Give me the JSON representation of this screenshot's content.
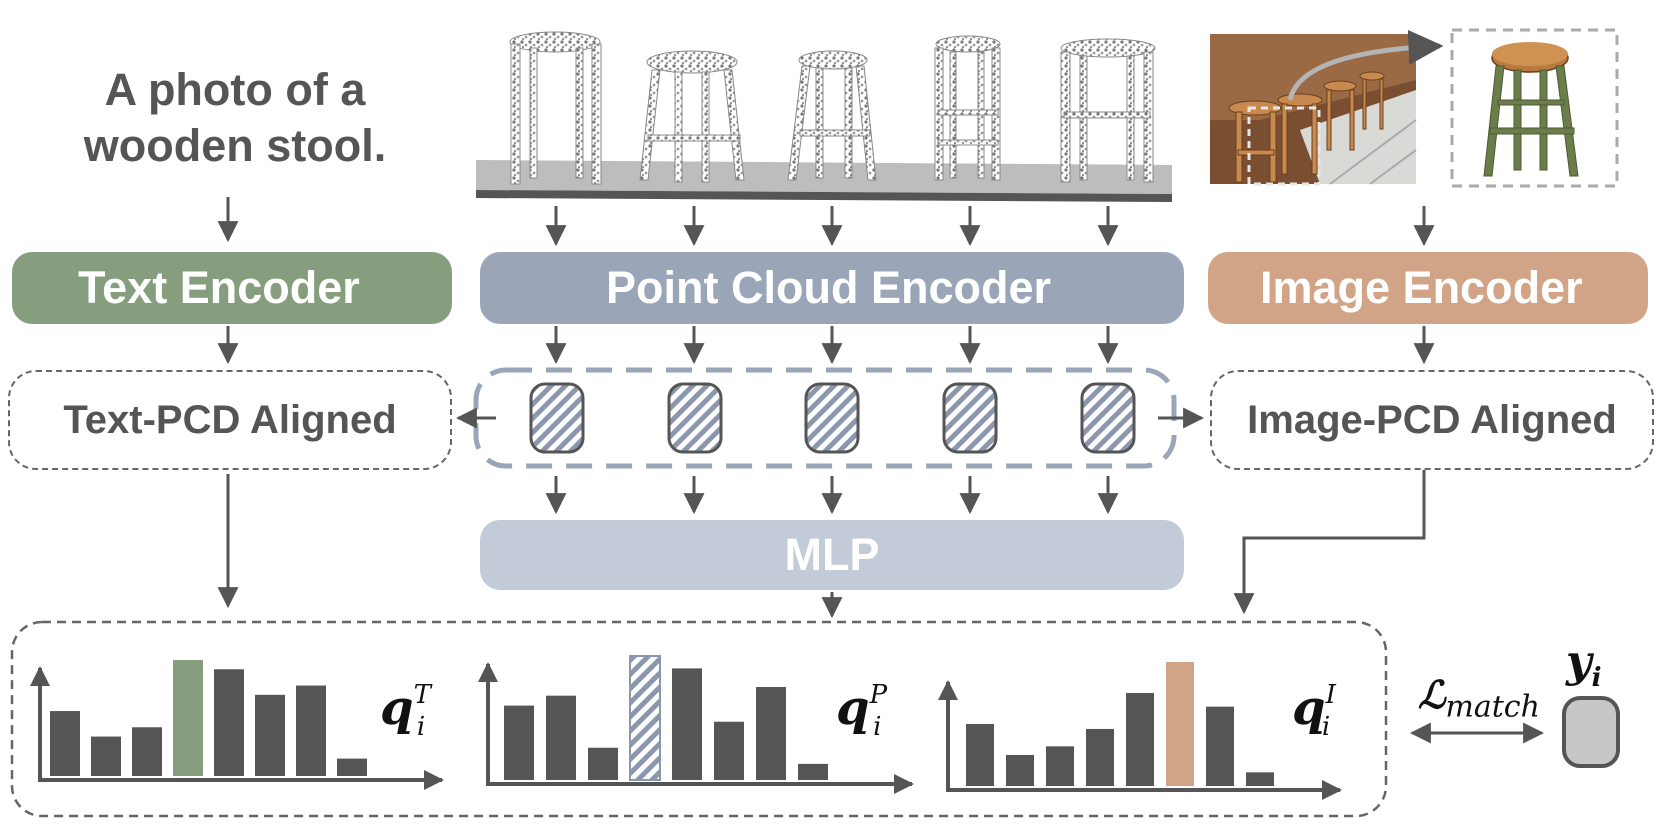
{
  "caption": {
    "line1": "A photo of a",
    "line2": "wooden stool."
  },
  "encoders": {
    "text": {
      "label": "Text Encoder",
      "icon": "snowflake-icon",
      "color": "#869e7d"
    },
    "point_cloud": {
      "label": "Point Cloud Encoder",
      "icon": "flame-icon",
      "color": "#9aa6b7"
    },
    "image": {
      "label": "Image Encoder",
      "icon": "snowflake-icon",
      "color": "#d1a487"
    }
  },
  "aligned": {
    "text": "Text-PCD Aligned",
    "image": "Image-PCD Aligned"
  },
  "mlp": {
    "label": "MLP"
  },
  "distributions": {
    "text": {
      "symbol": "q",
      "sup": "T",
      "sub": "i",
      "highlight_color": "#869e7d",
      "values": [
        0.56,
        0.34,
        0.42,
        1.0,
        0.92,
        0.7,
        0.78,
        0.15
      ],
      "highlight": 3
    },
    "point": {
      "symbol": "q",
      "sup": "P",
      "sub": "i",
      "highlight_color": "#9aa6b7",
      "values": [
        0.6,
        0.68,
        0.26,
        1.0,
        0.9,
        0.47,
        0.75,
        0.13
      ],
      "highlight": 3
    },
    "image": {
      "symbol": "q",
      "sup": "I",
      "sub": "i",
      "highlight_color": "#d1a487",
      "values": [
        0.5,
        0.25,
        0.32,
        0.46,
        0.75,
        1.0,
        0.64,
        0.11
      ],
      "highlight": 5
    }
  },
  "loss": {
    "symbol": "ℒ",
    "sub": "match"
  },
  "target": {
    "symbol": "y",
    "sub": "i"
  },
  "colors": {
    "arrow": "#555555",
    "bar": "#555555",
    "dash": "#9aa6b7"
  }
}
